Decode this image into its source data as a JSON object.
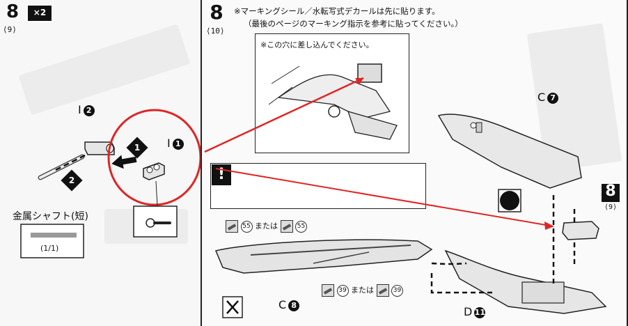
{
  "left_panel": {
    "step_number": "8",
    "step_sub": "⟨9⟩",
    "multiplier": "×2",
    "part_i2": "I",
    "part_i2_num": "2",
    "part_i1": "I",
    "part_i1_num": "1",
    "order_1": "1",
    "order_2": "2",
    "shaft_label": "金属シャフト(短)",
    "shaft_qty": "(1/1)"
  },
  "right_panel": {
    "step_number": "8",
    "step_sub": "⟨10⟩",
    "note_line1": "※マーキングシール／水転写式デカールは先に貼ります。",
    "note_line2": "（最後のページのマーキング指示を参考に貼ってください。）",
    "inset_note": "※この穴に差し込んでください。",
    "warning_mark": "!",
    "part_c7": "C",
    "part_c7_num": "7",
    "part_c8": "C",
    "part_c8_num": "8",
    "part_d11": "D",
    "part_d11_num": "11",
    "ref_step": "8",
    "ref_step_sub": "⟨9⟩",
    "marking_a_num1": "55",
    "marking_a_or": "または",
    "marking_a_num2": "55",
    "marking_b_num1": "39",
    "marking_b_or": "または",
    "marking_b_num2": "39"
  },
  "colors": {
    "accent_red": "#e02424",
    "ink": "#111111"
  },
  "icons": [
    "cutter-icon",
    "arrow-icon",
    "circle-dot-icon"
  ]
}
